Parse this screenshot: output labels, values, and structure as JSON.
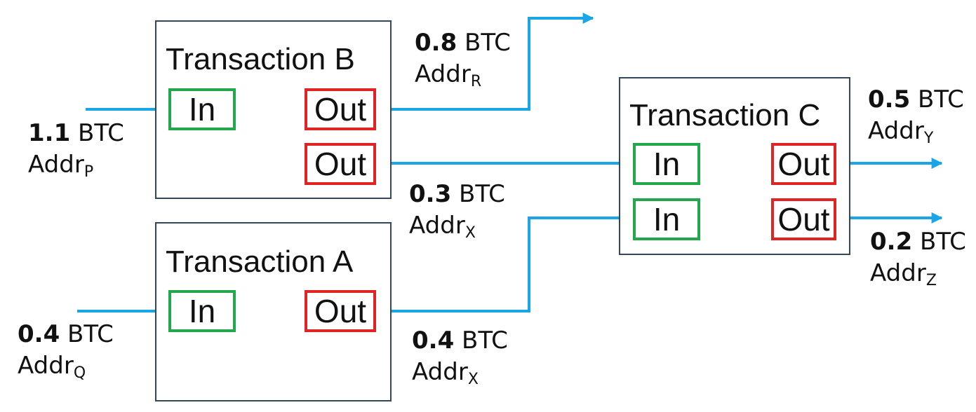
{
  "diagram": {
    "colors": {
      "wire": "#1aa5e6",
      "box_border": "#33475b",
      "in_border": "#22a84a",
      "out_border": "#e02424"
    },
    "transactions": {
      "b": {
        "title": "Transaction B",
        "in_label": "In",
        "out1_label": "Out",
        "out2_label": "Out"
      },
      "a": {
        "title": "Transaction A",
        "in_label": "In",
        "out1_label": "Out"
      },
      "c": {
        "title": "Transaction C",
        "in1_label": "In",
        "in2_label": "In",
        "out1_label": "Out",
        "out2_label": "Out"
      }
    },
    "flows": {
      "b_input": {
        "amount": "1.1",
        "unit": "BTC",
        "addr": "Addr",
        "addr_sub": "P"
      },
      "a_input": {
        "amount": "0.4",
        "unit": "BTC",
        "addr": "Addr",
        "addr_sub": "Q"
      },
      "b_out1": {
        "amount": "0.8",
        "unit": "BTC",
        "addr": "Addr",
        "addr_sub": "R"
      },
      "b_out2": {
        "amount": "0.3",
        "unit": "BTC",
        "addr": "Addr",
        "addr_sub": "X"
      },
      "a_out1": {
        "amount": "0.4",
        "unit": "BTC",
        "addr": "Addr",
        "addr_sub": "X"
      },
      "c_out1": {
        "amount": "0.5",
        "unit": "BTC",
        "addr": "Addr",
        "addr_sub": "Y"
      },
      "c_out2": {
        "amount": "0.2",
        "unit": "BTC",
        "addr": "Addr",
        "addr_sub": "Z"
      }
    }
  }
}
